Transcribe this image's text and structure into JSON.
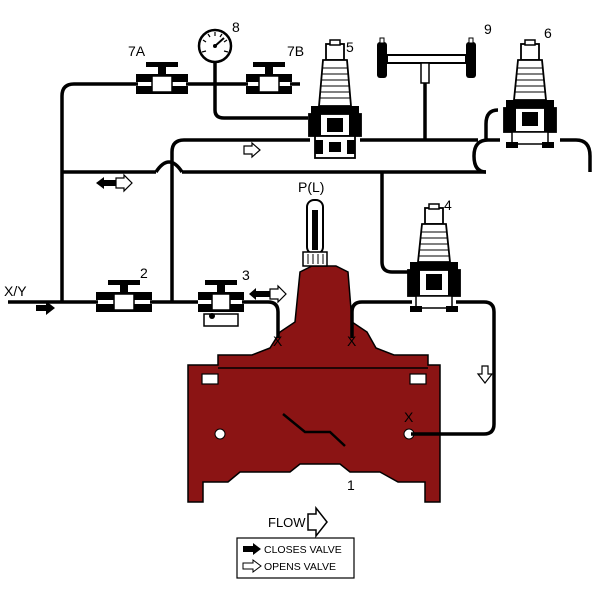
{
  "colors": {
    "valve_body": "#8b1414",
    "pipe": "#000000",
    "background": "#ffffff"
  },
  "labels": {
    "component_1": "1",
    "component_2": "2",
    "component_3": "3",
    "component_4": "4",
    "component_5": "5",
    "component_6": "6",
    "component_7a": "7A",
    "component_7b": "7B",
    "component_8": "8",
    "component_9": "9",
    "position_indicator": "P(L)",
    "inlet": "X/Y",
    "port_marker": "X"
  },
  "flow": {
    "label": "FLOW"
  },
  "legend": {
    "closes_valve": "CLOSES VALVE",
    "opens_valve": "OPENS VALVE"
  },
  "icons": [
    "closing-arrow-icon",
    "opening-arrow-icon",
    "double-arrow-icon",
    "pressure-gauge-icon",
    "flow-arrow-icon"
  ]
}
